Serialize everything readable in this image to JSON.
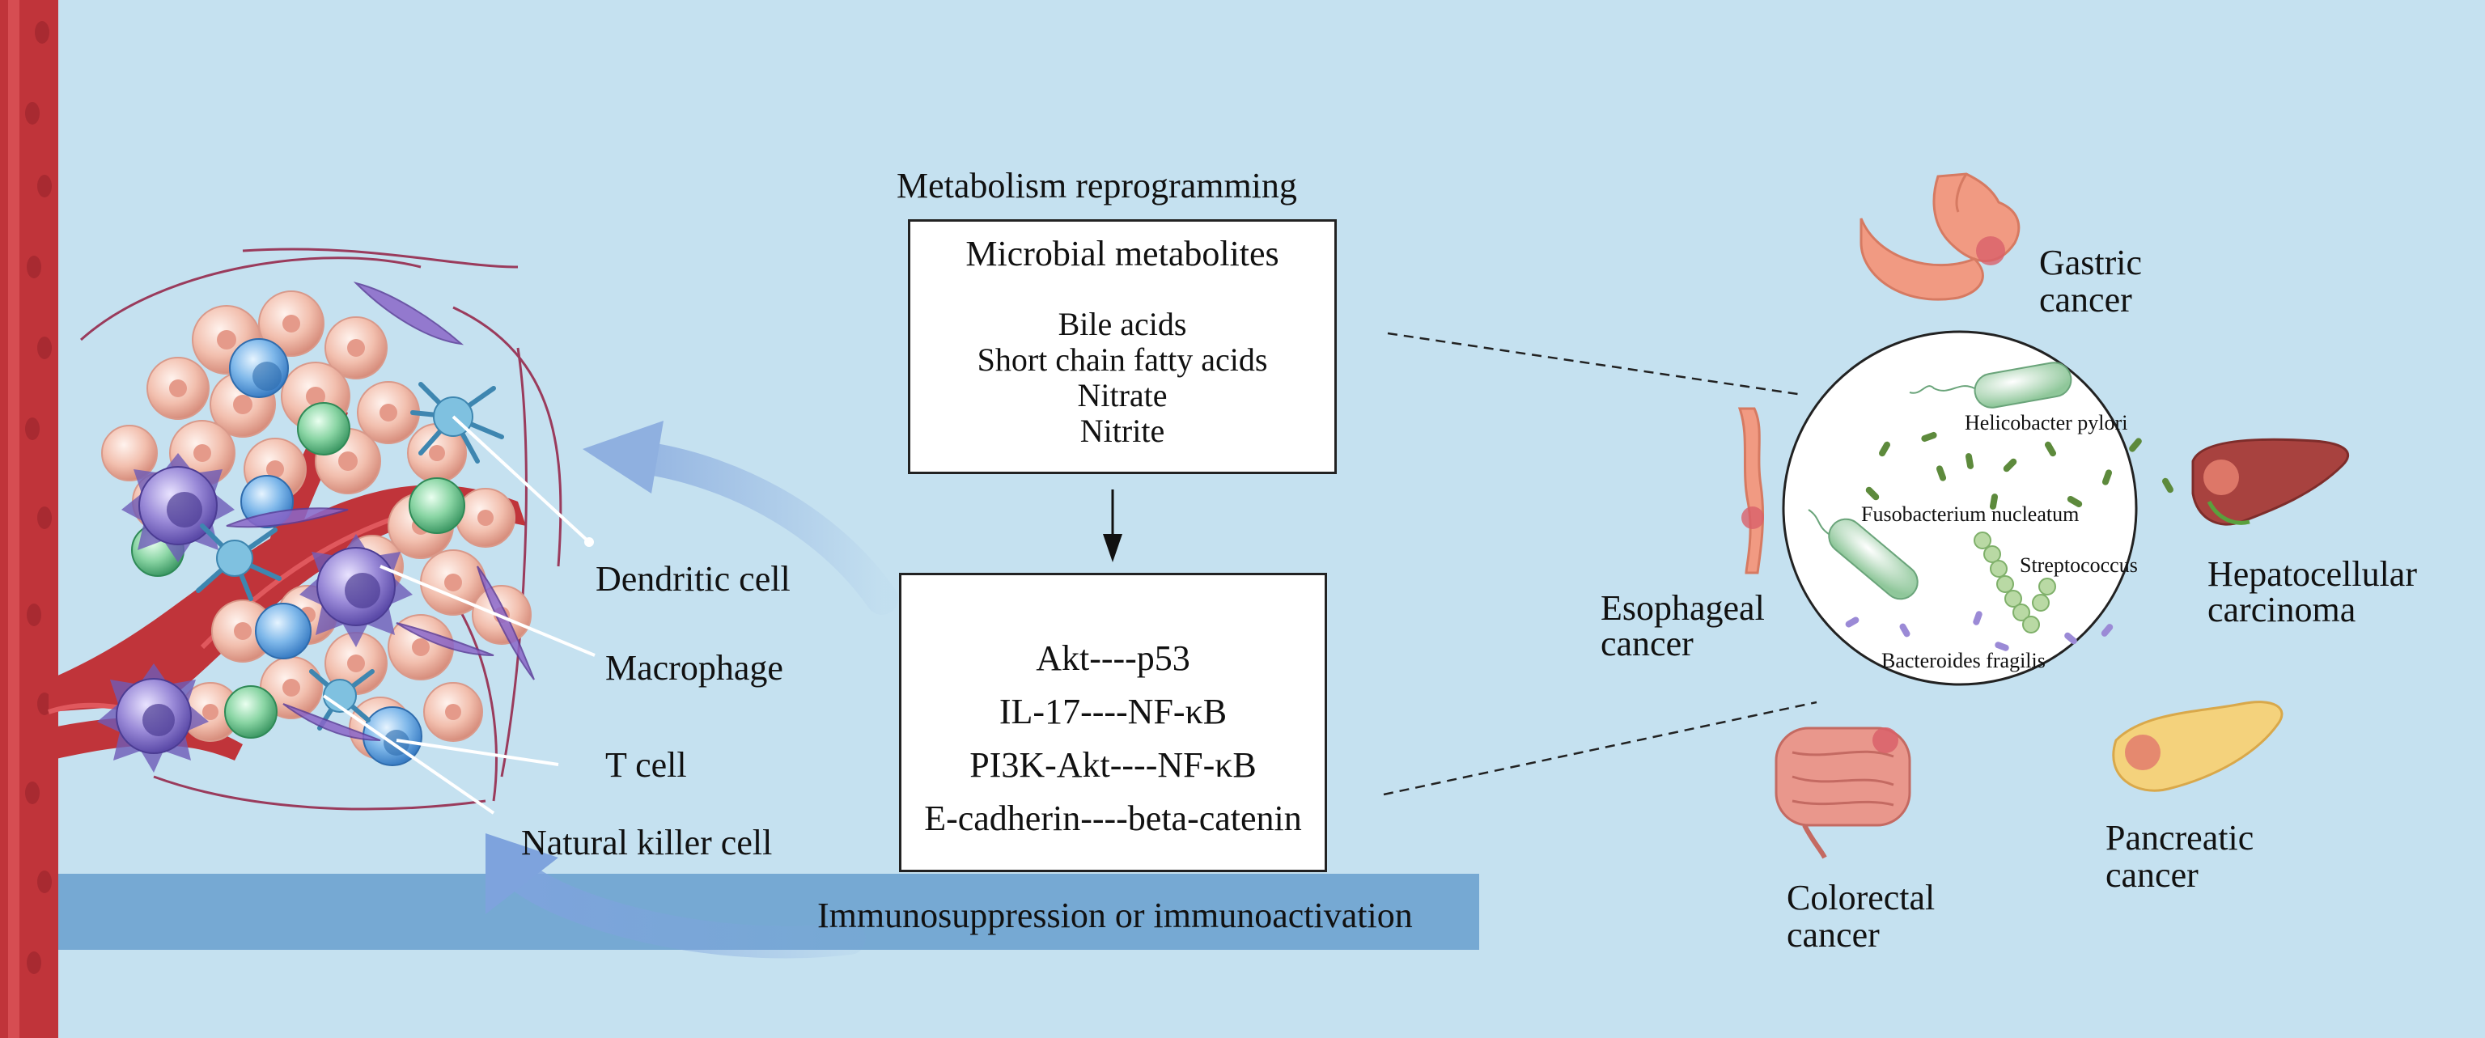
{
  "metabolism": {
    "title": "Metabolism reprogramming",
    "box_title": "Microbial metabolites",
    "items": [
      "Bile acids",
      "Short chain fatty acids",
      "Nitrate",
      "Nitrite"
    ]
  },
  "pathways": {
    "items": [
      "Akt----p53",
      "IL-17----NF-κB",
      "PI3K-Akt----NF-κB",
      "E-cadherin----beta-catenin"
    ]
  },
  "band": {
    "label": "Immunosuppression or immunoactivation"
  },
  "immune_cells": {
    "dendritic": "Dendritic cell",
    "macrophage": "Macrophage",
    "t_cell": "T cell",
    "nk_cell": "Natural killer cell"
  },
  "microbes": {
    "helicobacter": "Helicobacter pylori",
    "fusobacterium": "Fusobacterium nucleatum",
    "streptococcus": "Streptococcus",
    "bacteroides": "Bacteroides fragilis"
  },
  "cancers": {
    "gastric": [
      "Gastric",
      "cancer"
    ],
    "hepatocellular": [
      "Hepatocellular",
      "carcinoma"
    ],
    "esophageal": [
      "Esophageal",
      "cancer"
    ],
    "pancreatic": [
      "Pancreatic",
      "cancer"
    ],
    "colorectal": [
      "Colorectal",
      "cancer"
    ]
  },
  "colors": {
    "background": "#c5e1f0",
    "band": "#76a9d3",
    "vessel": "#c0343a",
    "arrow": "#8fb0e0"
  }
}
